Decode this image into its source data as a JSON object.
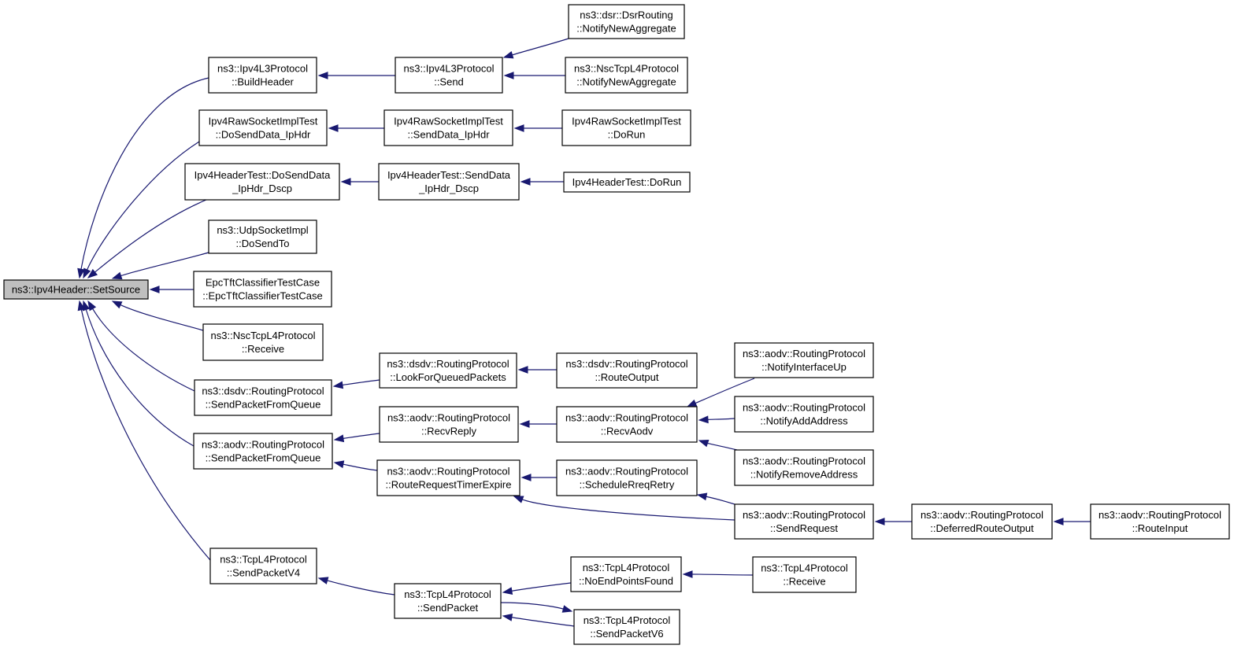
{
  "diagram": {
    "edge_color": "#191970",
    "root_fill": "#bfbfbf",
    "nodes": [
      {
        "id": "root",
        "lines": [
          "ns3::Ipv4Header::SetSource"
        ]
      },
      {
        "id": "ipv4l3-build",
        "lines": [
          "ns3::Ipv4L3Protocol",
          "::BuildHeader"
        ]
      },
      {
        "id": "ipv4l3-send",
        "lines": [
          "ns3::Ipv4L3Protocol",
          "::Send"
        ]
      },
      {
        "id": "dsr-notify",
        "lines": [
          "ns3::dsr::DsrRouting",
          "::NotifyNewAggregate"
        ]
      },
      {
        "id": "nsc-notify",
        "lines": [
          "ns3::NscTcpL4Protocol",
          "::NotifyNewAggregate"
        ]
      },
      {
        "id": "raw-dosend",
        "lines": [
          "Ipv4RawSocketImplTest",
          "::DoSendData_IpHdr"
        ]
      },
      {
        "id": "raw-send",
        "lines": [
          "Ipv4RawSocketImplTest",
          "::SendData_IpHdr"
        ]
      },
      {
        "id": "raw-dorun",
        "lines": [
          "Ipv4RawSocketImplTest",
          "::DoRun"
        ]
      },
      {
        "id": "hdr-dosend",
        "lines": [
          "Ipv4HeaderTest::DoSendData",
          "_IpHdr_Dscp"
        ]
      },
      {
        "id": "hdr-send",
        "lines": [
          "Ipv4HeaderTest::SendData",
          "_IpHdr_Dscp"
        ]
      },
      {
        "id": "hdr-dorun",
        "lines": [
          "Ipv4HeaderTest::DoRun"
        ]
      },
      {
        "id": "udp-dosendto",
        "lines": [
          "ns3::UdpSocketImpl",
          "::DoSendTo"
        ]
      },
      {
        "id": "epc",
        "lines": [
          "EpcTftClassifierTestCase",
          "::EpcTftClassifierTestCase"
        ]
      },
      {
        "id": "nsc-receive",
        "lines": [
          "ns3::NscTcpL4Protocol",
          "::Receive"
        ]
      },
      {
        "id": "dsdv-sendpkt",
        "lines": [
          "ns3::dsdv::RoutingProtocol",
          "::SendPacketFromQueue"
        ]
      },
      {
        "id": "dsdv-lookfor",
        "lines": [
          "ns3::dsdv::RoutingProtocol",
          "::LookForQueuedPackets"
        ]
      },
      {
        "id": "dsdv-routeout",
        "lines": [
          "ns3::dsdv::RoutingProtocol",
          "::RouteOutput"
        ]
      },
      {
        "id": "aodv-sendpkt",
        "lines": [
          "ns3::aodv::RoutingProtocol",
          "::SendPacketFromQueue"
        ]
      },
      {
        "id": "aodv-recvreply",
        "lines": [
          "ns3::aodv::RoutingProtocol",
          "::RecvReply"
        ]
      },
      {
        "id": "aodv-recvaodv",
        "lines": [
          "ns3::aodv::RoutingProtocol",
          "::RecvAodv"
        ]
      },
      {
        "id": "aodv-ifup",
        "lines": [
          "ns3::aodv::RoutingProtocol",
          "::NotifyInterfaceUp"
        ]
      },
      {
        "id": "aodv-addaddr",
        "lines": [
          "ns3::aodv::RoutingProtocol",
          "::NotifyAddAddress"
        ]
      },
      {
        "id": "aodv-removeaddr",
        "lines": [
          "ns3::aodv::RoutingProtocol",
          "::NotifyRemoveAddress"
        ]
      },
      {
        "id": "aodv-rrtimer",
        "lines": [
          "ns3::aodv::RoutingProtocol",
          "::RouteRequestTimerExpire"
        ]
      },
      {
        "id": "aodv-schedretry",
        "lines": [
          "ns3::aodv::RoutingProtocol",
          "::ScheduleRreqRetry"
        ]
      },
      {
        "id": "aodv-sendreq",
        "lines": [
          "ns3::aodv::RoutingProtocol",
          "::SendRequest"
        ]
      },
      {
        "id": "aodv-deferred",
        "lines": [
          "ns3::aodv::RoutingProtocol",
          "::DeferredRouteOutput"
        ]
      },
      {
        "id": "aodv-routeinput",
        "lines": [
          "ns3::aodv::RoutingProtocol",
          "::RouteInput"
        ]
      },
      {
        "id": "tcp-sendv4",
        "lines": [
          "ns3::TcpL4Protocol",
          "::SendPacketV4"
        ]
      },
      {
        "id": "tcp-sendpkt",
        "lines": [
          "ns3::TcpL4Protocol",
          "::SendPacket"
        ]
      },
      {
        "id": "tcp-noend",
        "lines": [
          "ns3::TcpL4Protocol",
          "::NoEndPointsFound"
        ]
      },
      {
        "id": "tcp-receive",
        "lines": [
          "ns3::TcpL4Protocol",
          "::Receive"
        ]
      },
      {
        "id": "tcp-sendv6",
        "lines": [
          "ns3::TcpL4Protocol",
          "::SendPacketV6"
        ]
      }
    ],
    "edges": [
      {
        "from": "ipv4l3-build",
        "to": "root"
      },
      {
        "from": "raw-dosend",
        "to": "root"
      },
      {
        "from": "hdr-dosend",
        "to": "root"
      },
      {
        "from": "udp-dosendto",
        "to": "root"
      },
      {
        "from": "epc",
        "to": "root"
      },
      {
        "from": "nsc-receive",
        "to": "root"
      },
      {
        "from": "dsdv-sendpkt",
        "to": "root"
      },
      {
        "from": "aodv-sendpkt",
        "to": "root"
      },
      {
        "from": "tcp-sendv4",
        "to": "root"
      },
      {
        "from": "ipv4l3-send",
        "to": "ipv4l3-build"
      },
      {
        "from": "dsr-notify",
        "to": "ipv4l3-send"
      },
      {
        "from": "nsc-notify",
        "to": "ipv4l3-send"
      },
      {
        "from": "raw-send",
        "to": "raw-dosend"
      },
      {
        "from": "raw-dorun",
        "to": "raw-send"
      },
      {
        "from": "hdr-send",
        "to": "hdr-dosend"
      },
      {
        "from": "hdr-dorun",
        "to": "hdr-send"
      },
      {
        "from": "dsdv-lookfor",
        "to": "dsdv-sendpkt"
      },
      {
        "from": "dsdv-routeout",
        "to": "dsdv-lookfor"
      },
      {
        "from": "aodv-recvreply",
        "to": "aodv-sendpkt"
      },
      {
        "from": "aodv-rrtimer",
        "to": "aodv-sendpkt"
      },
      {
        "from": "aodv-recvaodv",
        "to": "aodv-recvreply"
      },
      {
        "from": "aodv-ifup",
        "to": "aodv-recvaodv"
      },
      {
        "from": "aodv-addaddr",
        "to": "aodv-recvaodv"
      },
      {
        "from": "aodv-removeaddr",
        "to": "aodv-recvaodv"
      },
      {
        "from": "aodv-schedretry",
        "to": "aodv-rrtimer"
      },
      {
        "from": "aodv-sendreq",
        "to": "aodv-rrtimer"
      },
      {
        "from": "aodv-sendreq",
        "to": "aodv-schedretry"
      },
      {
        "from": "aodv-deferred",
        "to": "aodv-sendreq"
      },
      {
        "from": "aodv-routeinput",
        "to": "aodv-deferred"
      },
      {
        "from": "tcp-sendpkt",
        "to": "tcp-sendv4"
      },
      {
        "from": "tcp-noend",
        "to": "tcp-sendpkt"
      },
      {
        "from": "tcp-sendv6",
        "to": "tcp-sendpkt"
      },
      {
        "from": "tcp-receive",
        "to": "tcp-noend"
      },
      {
        "from": "tcp-sendpkt",
        "to": "tcp-sendv6"
      }
    ]
  }
}
